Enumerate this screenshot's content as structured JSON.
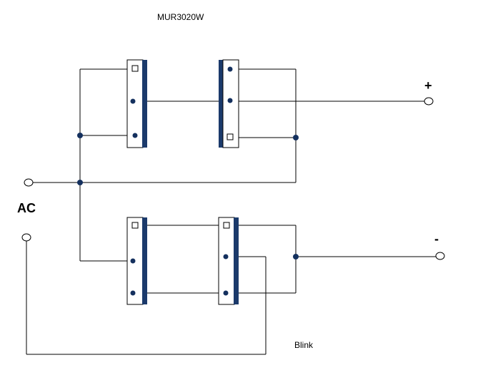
{
  "labels": {
    "part_number": "MUR3020W",
    "ac": "AC",
    "positive": "+",
    "negative": "-",
    "note": "Blink"
  },
  "colors": {
    "wire": "#000000",
    "component_body": "#ffffff",
    "component_band": "#1b3a6b",
    "junction_dot": "#14305e",
    "terminal": "#ffffff"
  },
  "components": [
    {
      "name": "diode-package-top-left"
    },
    {
      "name": "diode-package-top-right"
    },
    {
      "name": "diode-package-bottom-left"
    },
    {
      "name": "diode-package-bottom-right"
    }
  ]
}
